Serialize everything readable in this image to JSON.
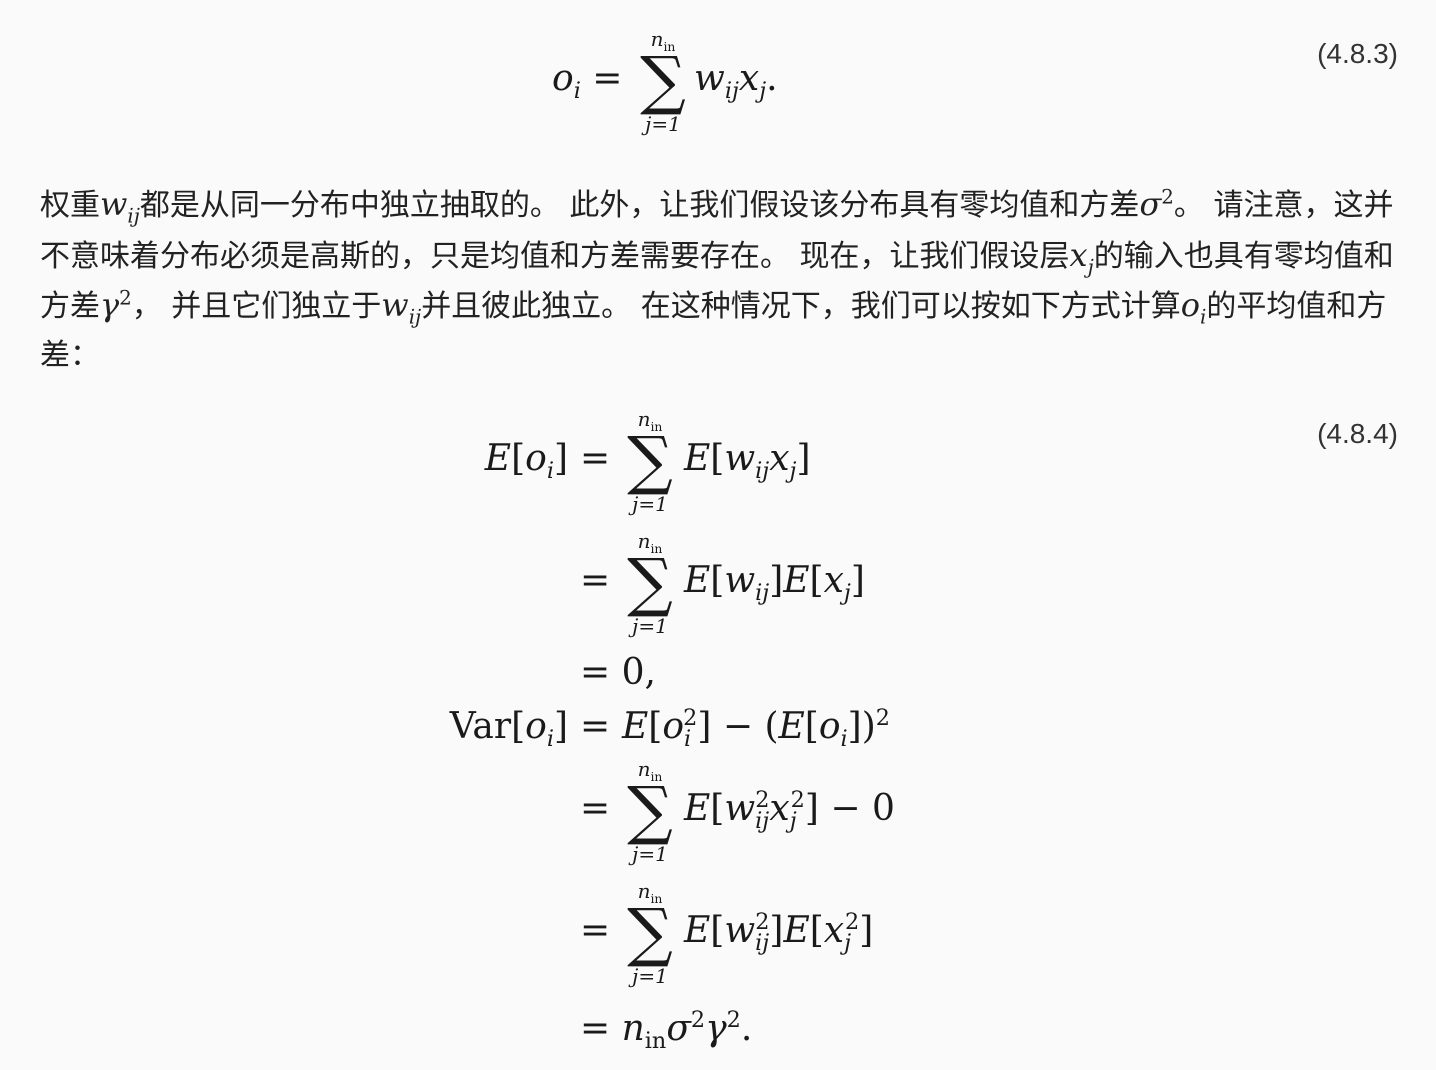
{
  "equations": {
    "eq1_number": "(4.8.3)",
    "eq2_number": "(4.8.4)"
  },
  "paragraph": {
    "t1": "权重",
    "t2": "都是从同一分布中独立抽取的。 此外，让我们假设该分布具有零均值和方差",
    "t3": "。 请注意，这并不意味着分布必须是高斯的，只是均值和方差需要存在。 现在，让我们假设层",
    "t4": "的输入也具有零均值和方差",
    "t5": "， 并且它们独立于",
    "t6": "并且彼此独立。 在这种情况下，我们可以按如下方式计算",
    "t7": "的平均值和方差："
  },
  "math_text": {
    "n": "n",
    "in": "in",
    "j_eq_1": "j=1",
    "zero_comma": "= 0,",
    "var": "Var",
    "minus_zero": "− 0"
  }
}
